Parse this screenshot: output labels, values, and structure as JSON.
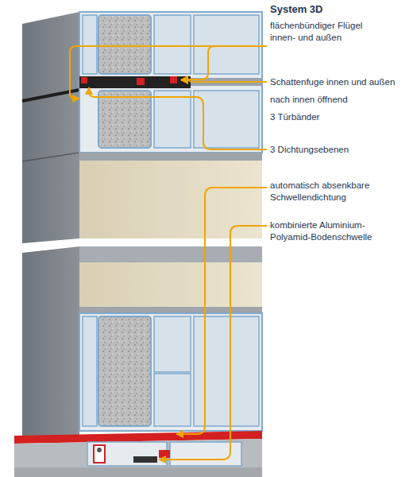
{
  "diagram": {
    "title": "System 3D",
    "labels": [
      "flächenbündiger Flügel innen- und außen",
      "Schattenfuge innen und außen",
      "nach innen öffnend",
      "3 Türbänder",
      "3 Dichtungsebenen",
      "automatisch absenkbare Schwellendichtung",
      "kombinierte Aluminium- Polyamid-Bodenschwelle"
    ]
  }
}
